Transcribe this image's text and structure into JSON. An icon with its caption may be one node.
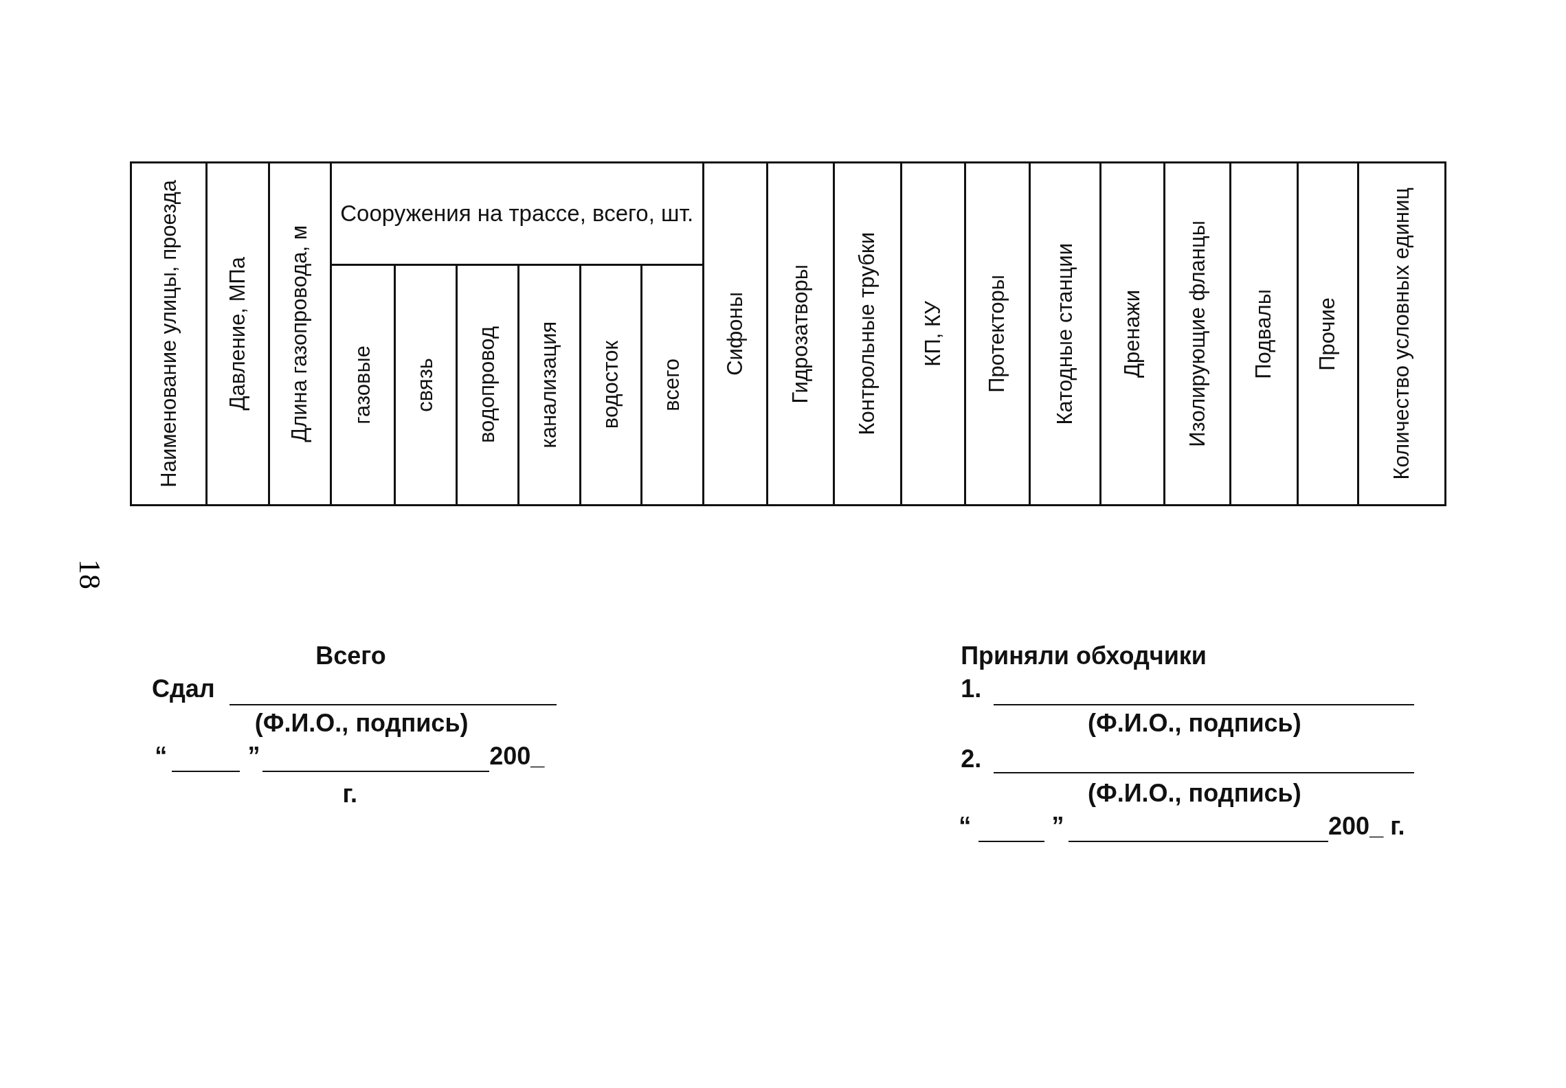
{
  "diagram": {
    "labels": [
      "Наименование улицы, проезда",
      "Давление, МПа",
      "Длина газопровода, м",
      "Сооружения на трассе, всего, шт.",
      "Сифоны",
      "Гидрозатворы",
      "Контрольные трубки",
      "КП, КУ",
      "Протекторы",
      "Катодные станции",
      "Дренажи",
      "Изолирующие фланцы",
      "Подвалы",
      "Прочие",
      "Количество условных единиц",
      "газовые",
      "связь",
      "водопровод",
      "канализация",
      "водосток",
      "всего",
      "18",
      "Всего",
      "Сдал",
      "(Ф.И.О., подпись)",
      "“",
      "”",
      "200_",
      "г.",
      "Приняли обходчики",
      "1.",
      "(Ф.И.О., подпись)",
      "2.",
      "(Ф.И.О., подпись)",
      "“",
      "”",
      "200_ г."
    ]
  }
}
